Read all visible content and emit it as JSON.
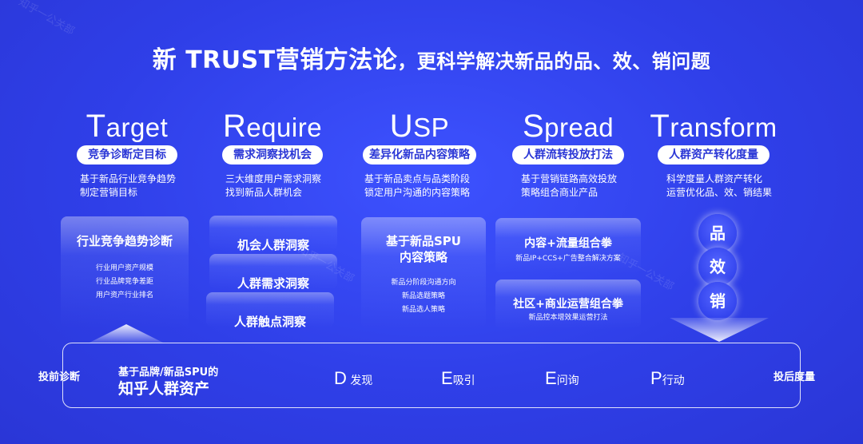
{
  "title": {
    "main": "新 TRUST营销方法论",
    "sub": "，更科学解决新品的品、效、销问题"
  },
  "columns": [
    {
      "first": "T",
      "rest": "arget",
      "tag": "竞争诊断定目标",
      "desc1": "基于新品行业竞争趋势",
      "desc2": "制定营销目标"
    },
    {
      "first": "R",
      "rest": "equire",
      "tag": "需求洞察找机会",
      "desc1": "三大维度用户需求洞察",
      "desc2": "找到新品人群机会"
    },
    {
      "first": "U",
      "rest": "SP",
      "tag": "差异化新品内容策略",
      "desc1": "基于新品卖点与品类阶段",
      "desc2": "锁定用户沟通的内容策略"
    },
    {
      "first": "S",
      "rest": "pread",
      "tag": "人群流转投放打法",
      "desc1": "基于营销链路高效投放",
      "desc2": "策略组合商业产品"
    },
    {
      "first": "T",
      "rest": "ransform",
      "tag": "人群资产转化度量",
      "desc1": "科学度量人群资产转化",
      "desc2": "运营优化品、效、销结果"
    }
  ],
  "target_panel": {
    "label": "行业竞争趋势诊断",
    "items": [
      "行业用户资产规模",
      "行业品牌竞争差距",
      "用户资产行业排名"
    ]
  },
  "require_panel": {
    "items": [
      "机会人群洞察",
      "人群需求洞察",
      "人群触点洞察"
    ]
  },
  "usp_panel": {
    "label1": "基于新品SPU",
    "label2": "内容策略",
    "items": [
      "新品分阶段沟通方向",
      "新品选题策略",
      "新品选人策略"
    ]
  },
  "spread_panel": {
    "label1": "内容+流量组合拳",
    "sub1": "新品IP+CCS+广告整合解决方案",
    "label2": "社区+商业运营组合拳",
    "sub2": "新品控本增效果运营打法"
  },
  "transform_panel": {
    "items": [
      "品",
      "效",
      "销"
    ]
  },
  "bottom": {
    "left": "投前诊断",
    "right": "投后度量",
    "asset_line1": "基于品牌/新品SPU的",
    "asset_line2": "知乎人群资产",
    "stages": [
      {
        "letter": "D",
        "label": " 发现"
      },
      {
        "letter": "E",
        "label": "吸引"
      },
      {
        "letter": "E",
        "label": "问询"
      },
      {
        "letter": "P",
        "label": "行动"
      }
    ]
  },
  "watermark": "知乎一公关部"
}
